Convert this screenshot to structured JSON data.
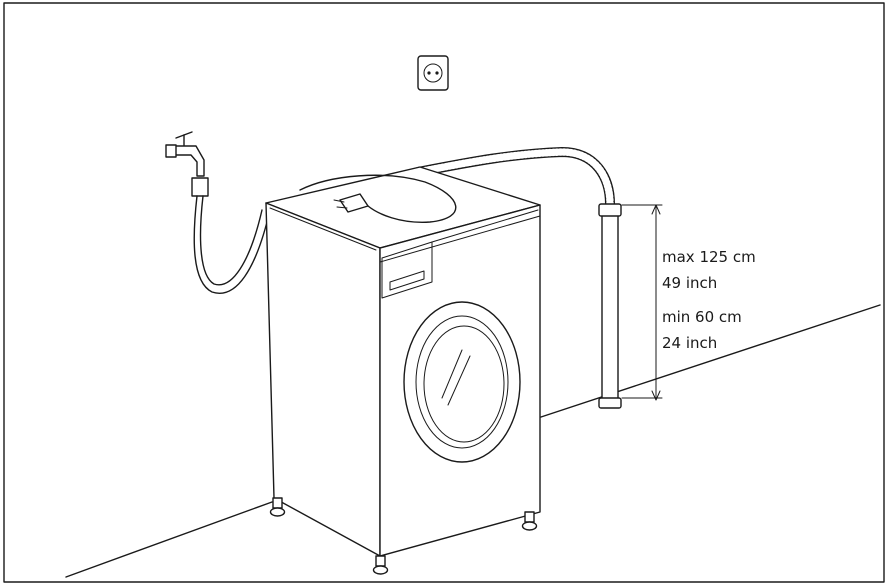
{
  "labels": {
    "max_cm": "max 125 cm",
    "max_inch": "49 inch",
    "min_cm": "min 60 cm",
    "min_inch": "24 inch"
  },
  "colors": {
    "ink": "#1a1a1a",
    "paper": "#ffffff"
  },
  "icons": [
    "wall-socket-icon",
    "water-tap-icon",
    "power-plug-icon"
  ]
}
